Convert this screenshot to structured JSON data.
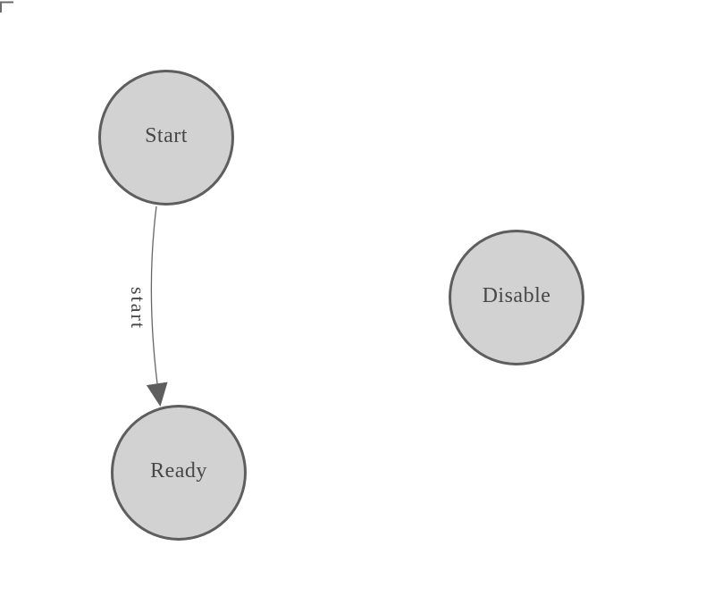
{
  "canvas": {
    "background": "#ffffff"
  },
  "diagram": {
    "type": "state-machine",
    "nodes": [
      {
        "id": "start",
        "label": "Start"
      },
      {
        "id": "ready",
        "label": "Ready"
      },
      {
        "id": "disable",
        "label": "Disable"
      }
    ],
    "edges": [
      {
        "from": "start",
        "to": "ready",
        "label": "start"
      }
    ],
    "icons": [
      {
        "name": "corner-mark",
        "shape": "L-bracket"
      },
      {
        "name": "arrowhead-icon",
        "shape": "filled-triangle-down"
      }
    ],
    "colors": {
      "node_fill": "#d2d2d2",
      "node_stroke": "#5e5e5e",
      "label_text": "#474747",
      "edge_stroke": "#666666",
      "arrow_fill": "#5e5e5e",
      "corner_mark": "#6b6b6b",
      "canvas_bg": "#ffffff"
    }
  }
}
